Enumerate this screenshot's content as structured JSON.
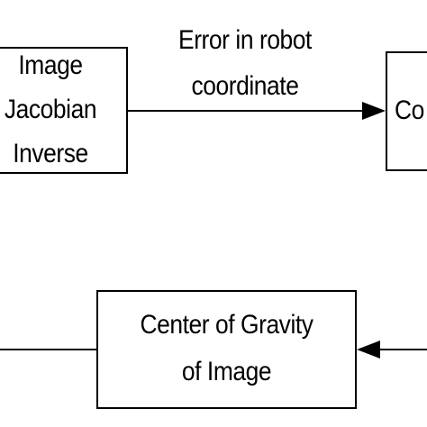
{
  "blocks": {
    "image_jacobian_inverse": {
      "line1": "Image",
      "line2": "Jacobian",
      "line3": "Inverse"
    },
    "controller": {
      "label": "Co"
    },
    "center_of_gravity": {
      "line1": "Center of Gravity",
      "line2": "of Image"
    }
  },
  "edges": {
    "error_in_robot_coordinate": {
      "line1": "Error in robot",
      "line2": "coordinate"
    }
  },
  "colors": {
    "stroke": "#000000",
    "background": "#ffffff"
  }
}
